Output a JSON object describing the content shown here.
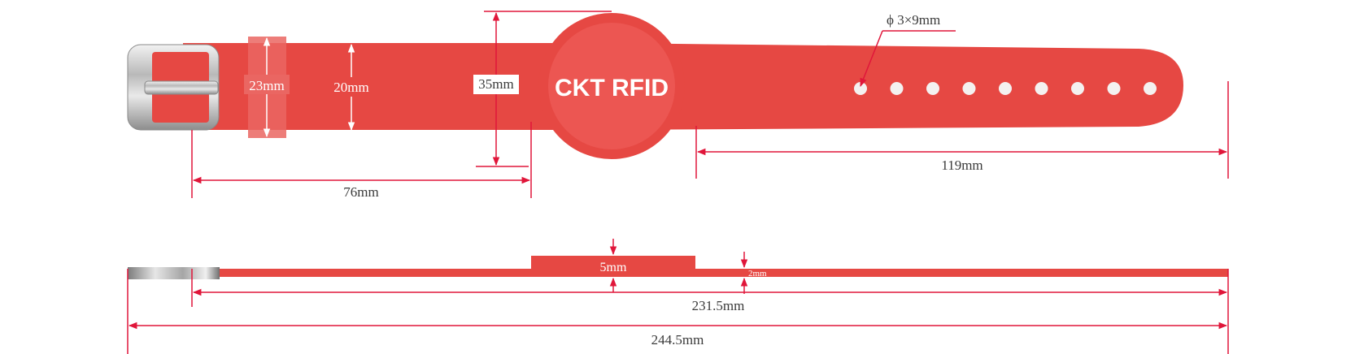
{
  "logo_text": "CKT RFID",
  "colors": {
    "band": "#e64843",
    "band_dark": "#d63f3a",
    "chip": "#ec5652",
    "dimension_line": "#e0163a",
    "buckle_metal": "#c9c9c9",
    "hole": "#f4f1f0"
  },
  "holes_count": 9,
  "dimensions": {
    "strap_width_buckle": "23mm",
    "strap_width": "20mm",
    "chip_diameter": "35mm",
    "hole_size": "ϕ 3×9mm",
    "buckle_to_chip": "76mm",
    "tail_length": "119mm",
    "chip_thickness": "5mm",
    "strap_thickness": "2mm",
    "strap_length": "231.5mm",
    "total_length": "244.5mm"
  }
}
